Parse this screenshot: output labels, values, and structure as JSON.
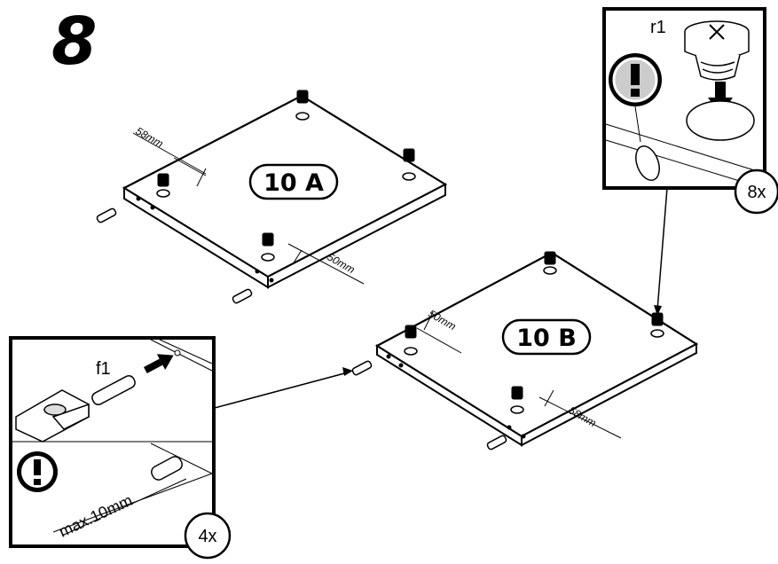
{
  "step_number": "8",
  "panels": {
    "panel_a": {
      "label": "10 A",
      "dim_top": "58mm",
      "dim_bottom": "50mm"
    },
    "panel_b": {
      "label": "10 B",
      "dim_top": "50mm",
      "dim_bottom": "58mm"
    }
  },
  "detail_cam": {
    "part_label": "r1",
    "count": "8x"
  },
  "detail_dowel": {
    "part_label": "f1",
    "max_depth": "max.10mm",
    "count": "4x"
  }
}
